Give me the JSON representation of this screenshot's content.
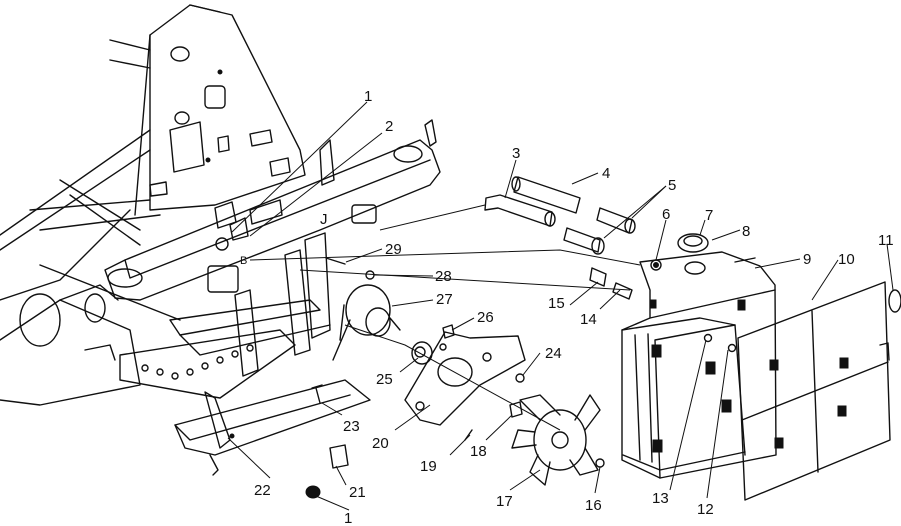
{
  "callouts": [
    {
      "id": "c1a",
      "text": "1"
    },
    {
      "id": "c2",
      "text": "2"
    },
    {
      "id": "c3",
      "text": "3"
    },
    {
      "id": "c4",
      "text": "4"
    },
    {
      "id": "c5",
      "text": "5"
    },
    {
      "id": "c6",
      "text": "6"
    },
    {
      "id": "c7",
      "text": "7"
    },
    {
      "id": "c8",
      "text": "8"
    },
    {
      "id": "c9",
      "text": "9"
    },
    {
      "id": "c10",
      "text": "10"
    },
    {
      "id": "c11",
      "text": "11"
    },
    {
      "id": "c12",
      "text": "12"
    },
    {
      "id": "c13",
      "text": "13"
    },
    {
      "id": "c14",
      "text": "14"
    },
    {
      "id": "c15",
      "text": "15"
    },
    {
      "id": "c16",
      "text": "16"
    },
    {
      "id": "c17",
      "text": "17"
    },
    {
      "id": "c18",
      "text": "18"
    },
    {
      "id": "c19",
      "text": "19"
    },
    {
      "id": "c20",
      "text": "20"
    },
    {
      "id": "c21",
      "text": "21"
    },
    {
      "id": "c22",
      "text": "22"
    },
    {
      "id": "c23",
      "text": "23"
    },
    {
      "id": "c24",
      "text": "24"
    },
    {
      "id": "c25",
      "text": "25"
    },
    {
      "id": "c26",
      "text": "26"
    },
    {
      "id": "c27",
      "text": "27"
    },
    {
      "id": "c28",
      "text": "28"
    },
    {
      "id": "c29",
      "text": "29"
    },
    {
      "id": "c1b",
      "text": "1"
    }
  ],
  "frame_marks": {
    "j": "J",
    "b": "B"
  }
}
